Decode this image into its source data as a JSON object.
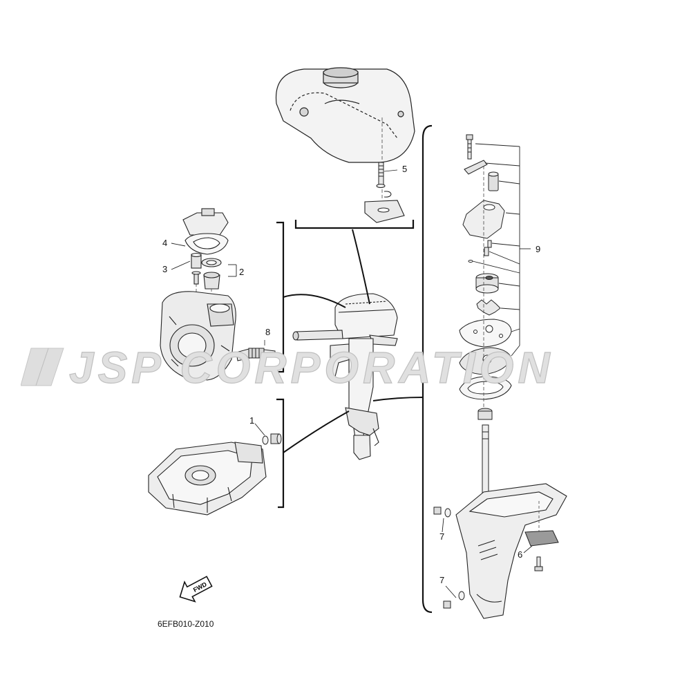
{
  "watermark": {
    "text": "JSP CORPORATION"
  },
  "callouts": {
    "c1": "1",
    "c2": "2",
    "c3": "3",
    "c4": "4",
    "c5": "5",
    "c6": "6",
    "c7a": "7",
    "c7b": "7",
    "c8": "8",
    "c9": "9"
  },
  "direction_arrow": {
    "label": "FWD"
  },
  "diagram_code": "6EFB010-Z010",
  "colors": {
    "line": "#1a1a1a",
    "part_fill": "#f2f2f2",
    "watermark": "#d9d9d9"
  }
}
